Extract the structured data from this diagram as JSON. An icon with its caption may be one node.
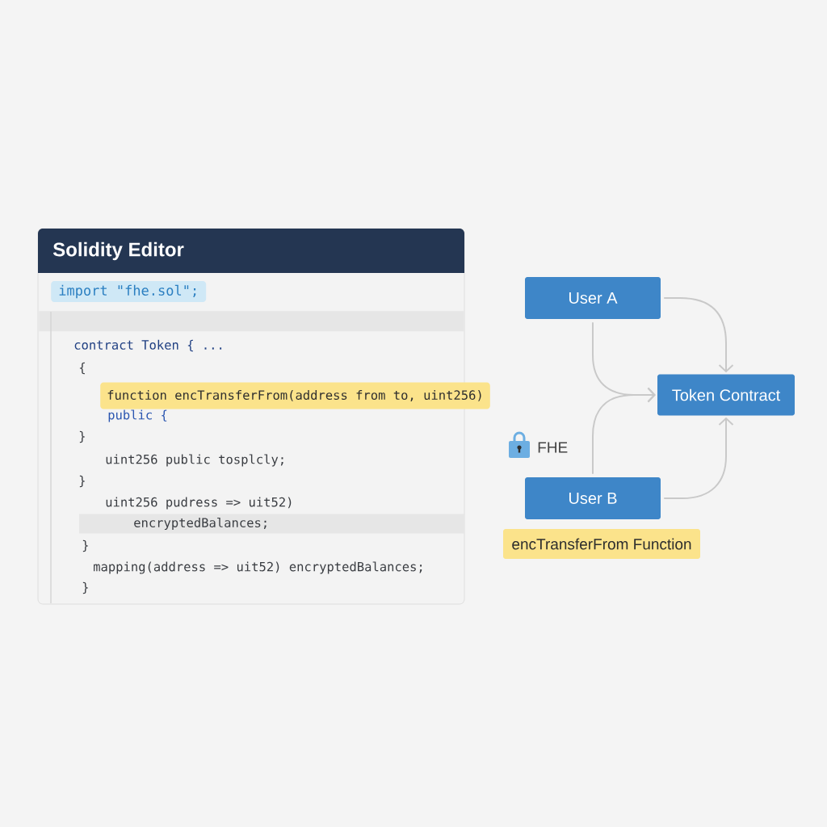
{
  "diagram": {
    "nodes": [
      {
        "text": [
          "Solidity Editor",
          "contract Token { ...",
          "{",
          "public {",
          "}",
          "uint256 public tosplcly;",
          "}",
          "uint256 pudress => uit52)",
          "}",
          "mapping(address => uit52) encryptedBalances;",
          "}"
        ]
      },
      {
        "text": [
          "import \"fhe.sol\";"
        ],
        "in": 0
      },
      {
        "text": [],
        "shape": "bar",
        "in": 0
      },
      {
        "text": [
          "function encTransferFrom(address from to, uint256)"
        ]
      },
      {
        "text": [
          "encryptedBalances;"
        ],
        "in": 0
      },
      {
        "text": [
          "User A"
        ]
      },
      {
        "text": [
          "Token Contract"
        ]
      },
      {
        "text": [
          "User B"
        ]
      },
      {
        "text": [
          "encTransferFrom Function"
        ]
      }
    ],
    "edges": [
      {
        "from": 5,
        "to": 6,
        "arrow": "to"
      },
      {
        "from": 5,
        "to": 6,
        "arrow": "to"
      },
      {
        "from": 7,
        "to": 6,
        "arrow": "to"
      },
      {
        "from": 7,
        "to": 6,
        "arrow": "to"
      }
    ],
    "labels": [
      "FHE"
    ]
  }
}
